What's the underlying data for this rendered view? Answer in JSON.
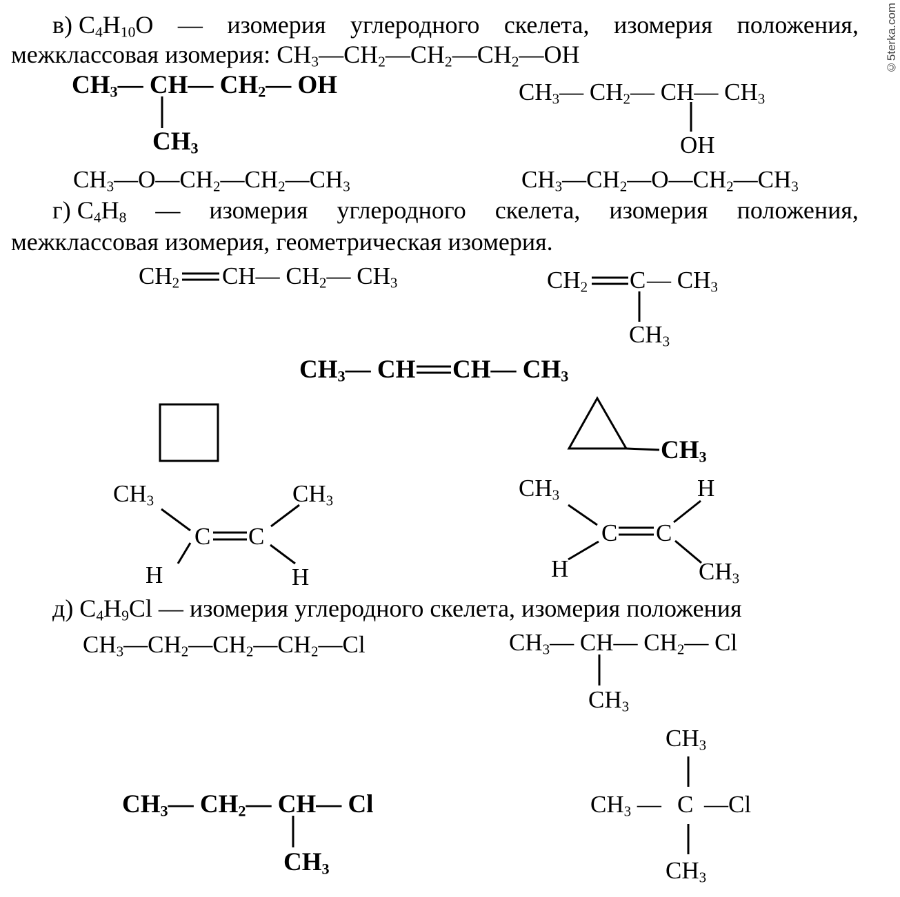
{
  "watermark": "©5terka.com",
  "section_v": {
    "line1_words": [
      "в) C<sub>4</sub>H<sub>10</sub>O",
      "—",
      "изомерия",
      "углеродного",
      "скелета,",
      "изомерия",
      "положения,"
    ],
    "line2": "межклассовая изомерия: CH<sub>3</sub>—CH<sub>2</sub>—CH<sub>2</sub>—CH<sub>2</sub>—OH",
    "isobutanol": {
      "main": "CH<sub>3</sub>— CH— CH<sub>2</sub>— OH",
      "branch": "CH<sub>3</sub>"
    },
    "butan2ol": {
      "main": "CH<sub>3</sub>— CH<sub>2</sub>— CH— CH<sub>3</sub>",
      "branch": "OH"
    },
    "methylpropylether": "CH<sub>3</sub>—O—CH<sub>2</sub>—CH<sub>2</sub>—CH<sub>3</sub>",
    "diethylether": "CH<sub>3</sub>—CH<sub>2</sub>—O—CH<sub>2</sub>—CH<sub>3</sub>"
  },
  "section_g": {
    "line1_words": [
      "г) C<sub>4</sub>H<sub>8</sub>",
      "—",
      "изомерия",
      "углеродного",
      "скелета,",
      "изомерия",
      "положения,"
    ],
    "line2": "межклассовая изомерия, геометрическая изомерия.",
    "butene1": {
      "a": "CH<sub>2</sub>",
      "b": "CH— CH<sub>2</sub>— CH<sub>3</sub>"
    },
    "isobutene": {
      "a": "CH<sub>2</sub>",
      "c": "C",
      "b": "— CH<sub>3</sub>",
      "branch": "CH<sub>3</sub>"
    },
    "butene2": {
      "a": "CH<sub>3</sub>— CH",
      "b": "CH— CH<sub>3</sub>"
    },
    "methylcyclopropane_label": "CH<sub>3</sub>",
    "cis": {
      "tl": "CH<sub>3</sub>",
      "tr": "CH<sub>3</sub>",
      "c1": "C",
      "c2": "C",
      "bl": "H",
      "br": "H"
    },
    "trans": {
      "tl": "CH<sub>3</sub>",
      "tr": "H",
      "c1": "C",
      "c2": "C",
      "bl": "H",
      "br": "CH<sub>3</sub>"
    }
  },
  "section_d": {
    "line1": "д) C<sub>4</sub>H<sub>9</sub>Cl — изомерия углеродного скелета, изомерия положения",
    "chlorobutane1": "CH<sub>3</sub>—CH<sub>2</sub>—CH<sub>2</sub>—CH<sub>2</sub>—Cl",
    "isobutylchloride": {
      "main": "CH<sub>3</sub>— CH— CH<sub>2</sub>— Cl",
      "branch": "CH<sub>3</sub>"
    },
    "chlorobutane2": {
      "main": "CH<sub>3</sub>— CH<sub>2</sub>— CH— Cl",
      "branch": "CH<sub>3</sub>"
    },
    "tertbutyl": {
      "top": "CH<sub>3</sub>",
      "left": "CH<sub>3</sub> —",
      "center": "C",
      "right": "—Cl",
      "bottom": "CH<sub>3</sub>"
    }
  }
}
